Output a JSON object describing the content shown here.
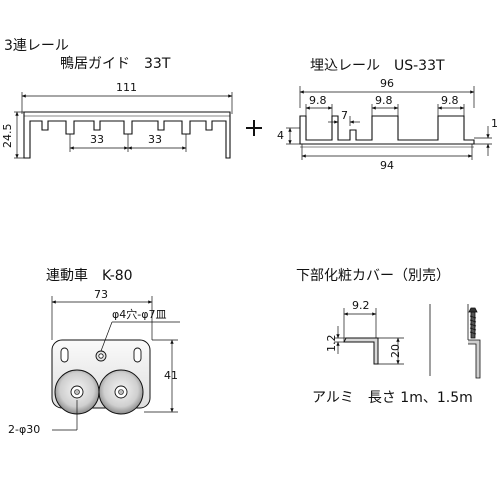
{
  "section1": {
    "title_line1": "3連レール",
    "title_line2": "鴨居ガイド　33T",
    "dims": {
      "total_width": "111",
      "height": "24.5",
      "pitch_left": "33",
      "pitch_right": "33"
    }
  },
  "plus_sign": "+",
  "section2": {
    "title": "埋込レール　US-33T",
    "dims": {
      "top_width": "96",
      "slot1": "9.8",
      "slot2": "9.8",
      "slot3": "9.8",
      "inner_gap": "7",
      "height": "4",
      "edge": "1",
      "bottom_width": "94"
    }
  },
  "section3": {
    "title": "連動車　K-80",
    "dims": {
      "width": "73",
      "hole": "φ4穴-φ7皿",
      "height": "41",
      "wheel": "2-φ30"
    }
  },
  "section4": {
    "title": "下部化粧カバー（別売）",
    "dims": {
      "width": "9.2",
      "lip": "1.2",
      "height": "20"
    },
    "note": "アルミ　長さ 1m、1.5m"
  }
}
